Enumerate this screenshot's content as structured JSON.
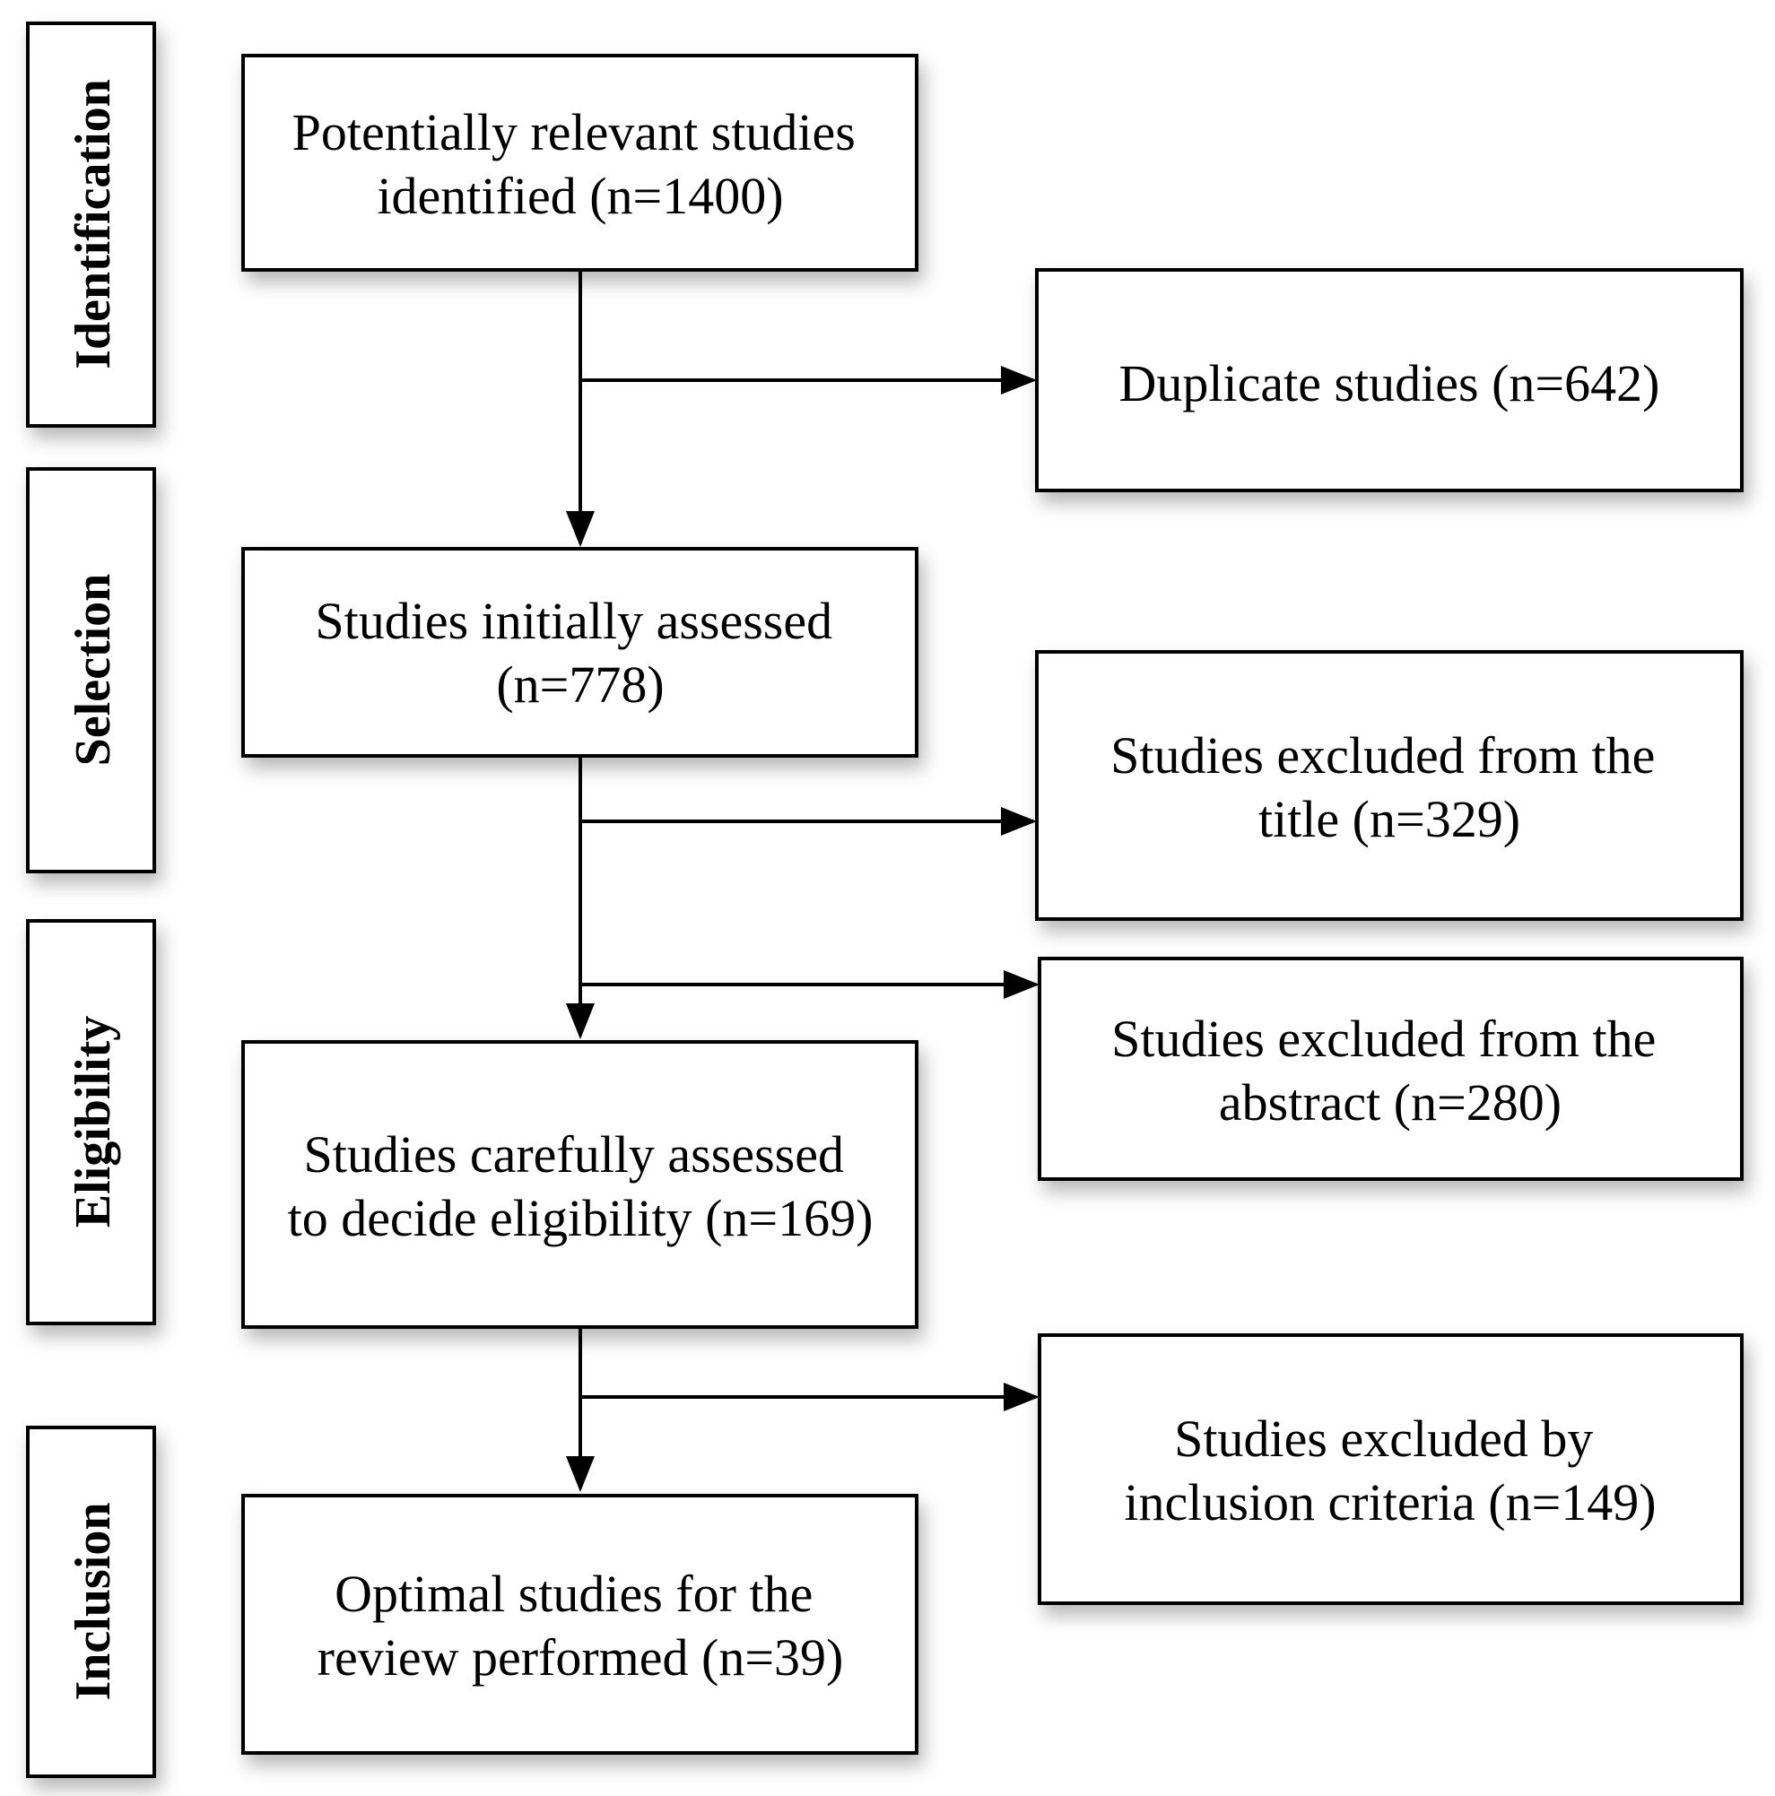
{
  "stages": [
    {
      "id": "identification",
      "label": "Identification"
    },
    {
      "id": "selection",
      "label": "Selection"
    },
    {
      "id": "eligibility",
      "label": "Eligibility"
    },
    {
      "id": "inclusion",
      "label": "Inclusion"
    }
  ],
  "main_flow": [
    {
      "id": "identified",
      "lines": [
        "Potentially relevant studies",
        "identified (n=1400)"
      ]
    },
    {
      "id": "initially-assessed",
      "lines": [
        "Studies initially assessed",
        "(n=778)"
      ]
    },
    {
      "id": "carefully-assessed",
      "lines": [
        "Studies carefully assessed",
        "to decide eligibility (n=169)"
      ]
    },
    {
      "id": "optimal",
      "lines": [
        "Optimal studies for the",
        "review performed (n=39)"
      ]
    }
  ],
  "exclusions": [
    {
      "id": "duplicates",
      "lines": [
        "Duplicate studies (n=642)"
      ]
    },
    {
      "id": "excluded-title",
      "lines": [
        "Studies excluded from the",
        "title (n=329)"
      ]
    },
    {
      "id": "excluded-abstract",
      "lines": [
        "Studies excluded from the",
        "abstract (n=280)"
      ]
    },
    {
      "id": "excluded-criteria",
      "lines": [
        "Studies excluded by",
        "inclusion criteria (n=149)"
      ]
    }
  ]
}
